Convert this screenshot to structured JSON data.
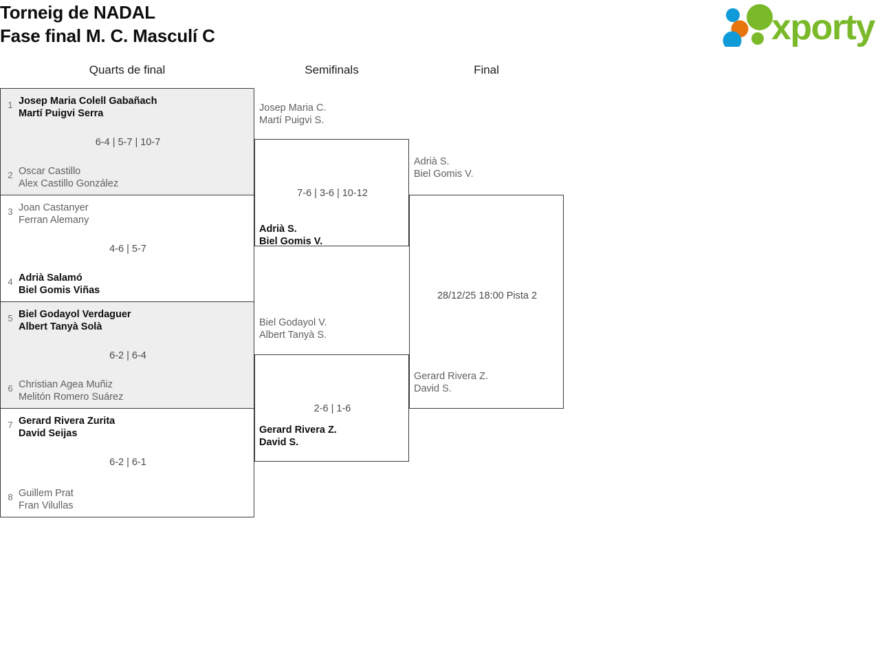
{
  "header": {
    "title_line1": "Torneig de NADAL",
    "title_line2": "Fase final M. C. Masculí C",
    "logo_text": "xporty",
    "logo_colors": {
      "green": "#7ab929",
      "orange": "#e8740c",
      "blue": "#0f9ad8"
    }
  },
  "rounds": [
    {
      "label": "Quarts de final"
    },
    {
      "label": "Semifinals"
    },
    {
      "label": "Final"
    }
  ],
  "quarterfinals": [
    {
      "top": {
        "seed": "1",
        "line1": "Josep Maria Colell Gabañach",
        "line2": "Martí Puigvi Serra",
        "state": "winner"
      },
      "bottom": {
        "seed": "2",
        "line1": "Oscar Castillo",
        "line2": "Alex Castillo González",
        "state": "loser"
      },
      "score": "6-4 | 5-7 | 10-7"
    },
    {
      "top": {
        "seed": "3",
        "line1": "Joan Castanyer",
        "line2": "Ferran Alemany",
        "state": "loser"
      },
      "bottom": {
        "seed": "4",
        "line1": "Adrià Salamó",
        "line2": "Biel Gomis Viñas",
        "state": "winner"
      },
      "score": "4-6 | 5-7"
    },
    {
      "top": {
        "seed": "5",
        "line1": "Biel Godayol Verdaguer",
        "line2": "Albert Tanyà Solà",
        "state": "winner"
      },
      "bottom": {
        "seed": "6",
        "line1": "Christian Agea Muñiz",
        "line2": "Melitón Romero Suárez",
        "state": "loser"
      },
      "score": "6-2 | 6-4"
    },
    {
      "top": {
        "seed": "7",
        "line1": "Gerard Rivera Zurita",
        "line2": "David Seijas",
        "state": "winner"
      },
      "bottom": {
        "seed": "8",
        "line1": "Guillem Prat",
        "line2": "Fran Vilullas",
        "state": "loser"
      },
      "score": "6-2 | 6-1"
    }
  ],
  "semifinals": [
    {
      "top": {
        "line1": "Josep Maria C.",
        "line2": "Martí Puigvi S.",
        "state": "loser"
      },
      "bottom": {
        "line1": "Adrià S.",
        "line2": "Biel Gomis V.",
        "state": "winner"
      },
      "score": "7-6 | 3-6 | 10-12"
    },
    {
      "top": {
        "line1": "Biel Godayol V.",
        "line2": "Albert Tanyà S.",
        "state": "loser"
      },
      "bottom": {
        "line1": "Gerard Rivera Z.",
        "line2": "David S.",
        "state": "winner"
      },
      "score": "2-6 | 1-6"
    }
  ],
  "final": {
    "top": {
      "line1": "Adrià S.",
      "line2": "Biel Gomis V.",
      "state": "pending"
    },
    "bottom": {
      "line1": "Gerard Rivera Z.",
      "line2": "David S.",
      "state": "pending"
    },
    "schedule": "28/12/25 18:00 Pista 2"
  }
}
